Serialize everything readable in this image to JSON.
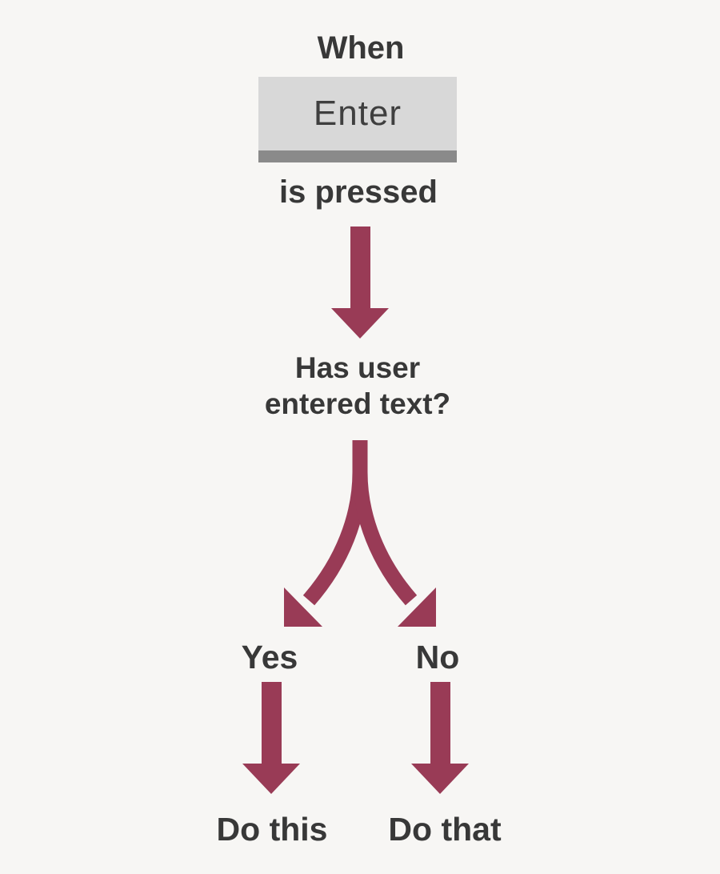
{
  "colors": {
    "background": "#f7f6f4",
    "text": "#383838",
    "arrow": "#993b56",
    "key_body": "#d8d8d8",
    "key_shadow": "#8a8a8a",
    "key_text": "#3f3f3f"
  },
  "flowchart": {
    "trigger": {
      "prefix": "When",
      "key": "Enter",
      "suffix": "is pressed"
    },
    "condition": {
      "line1": "Has user",
      "line2": "entered text?"
    },
    "branches": [
      {
        "label": "Yes",
        "action": "Do this"
      },
      {
        "label": "No",
        "action": "Do that"
      }
    ]
  }
}
